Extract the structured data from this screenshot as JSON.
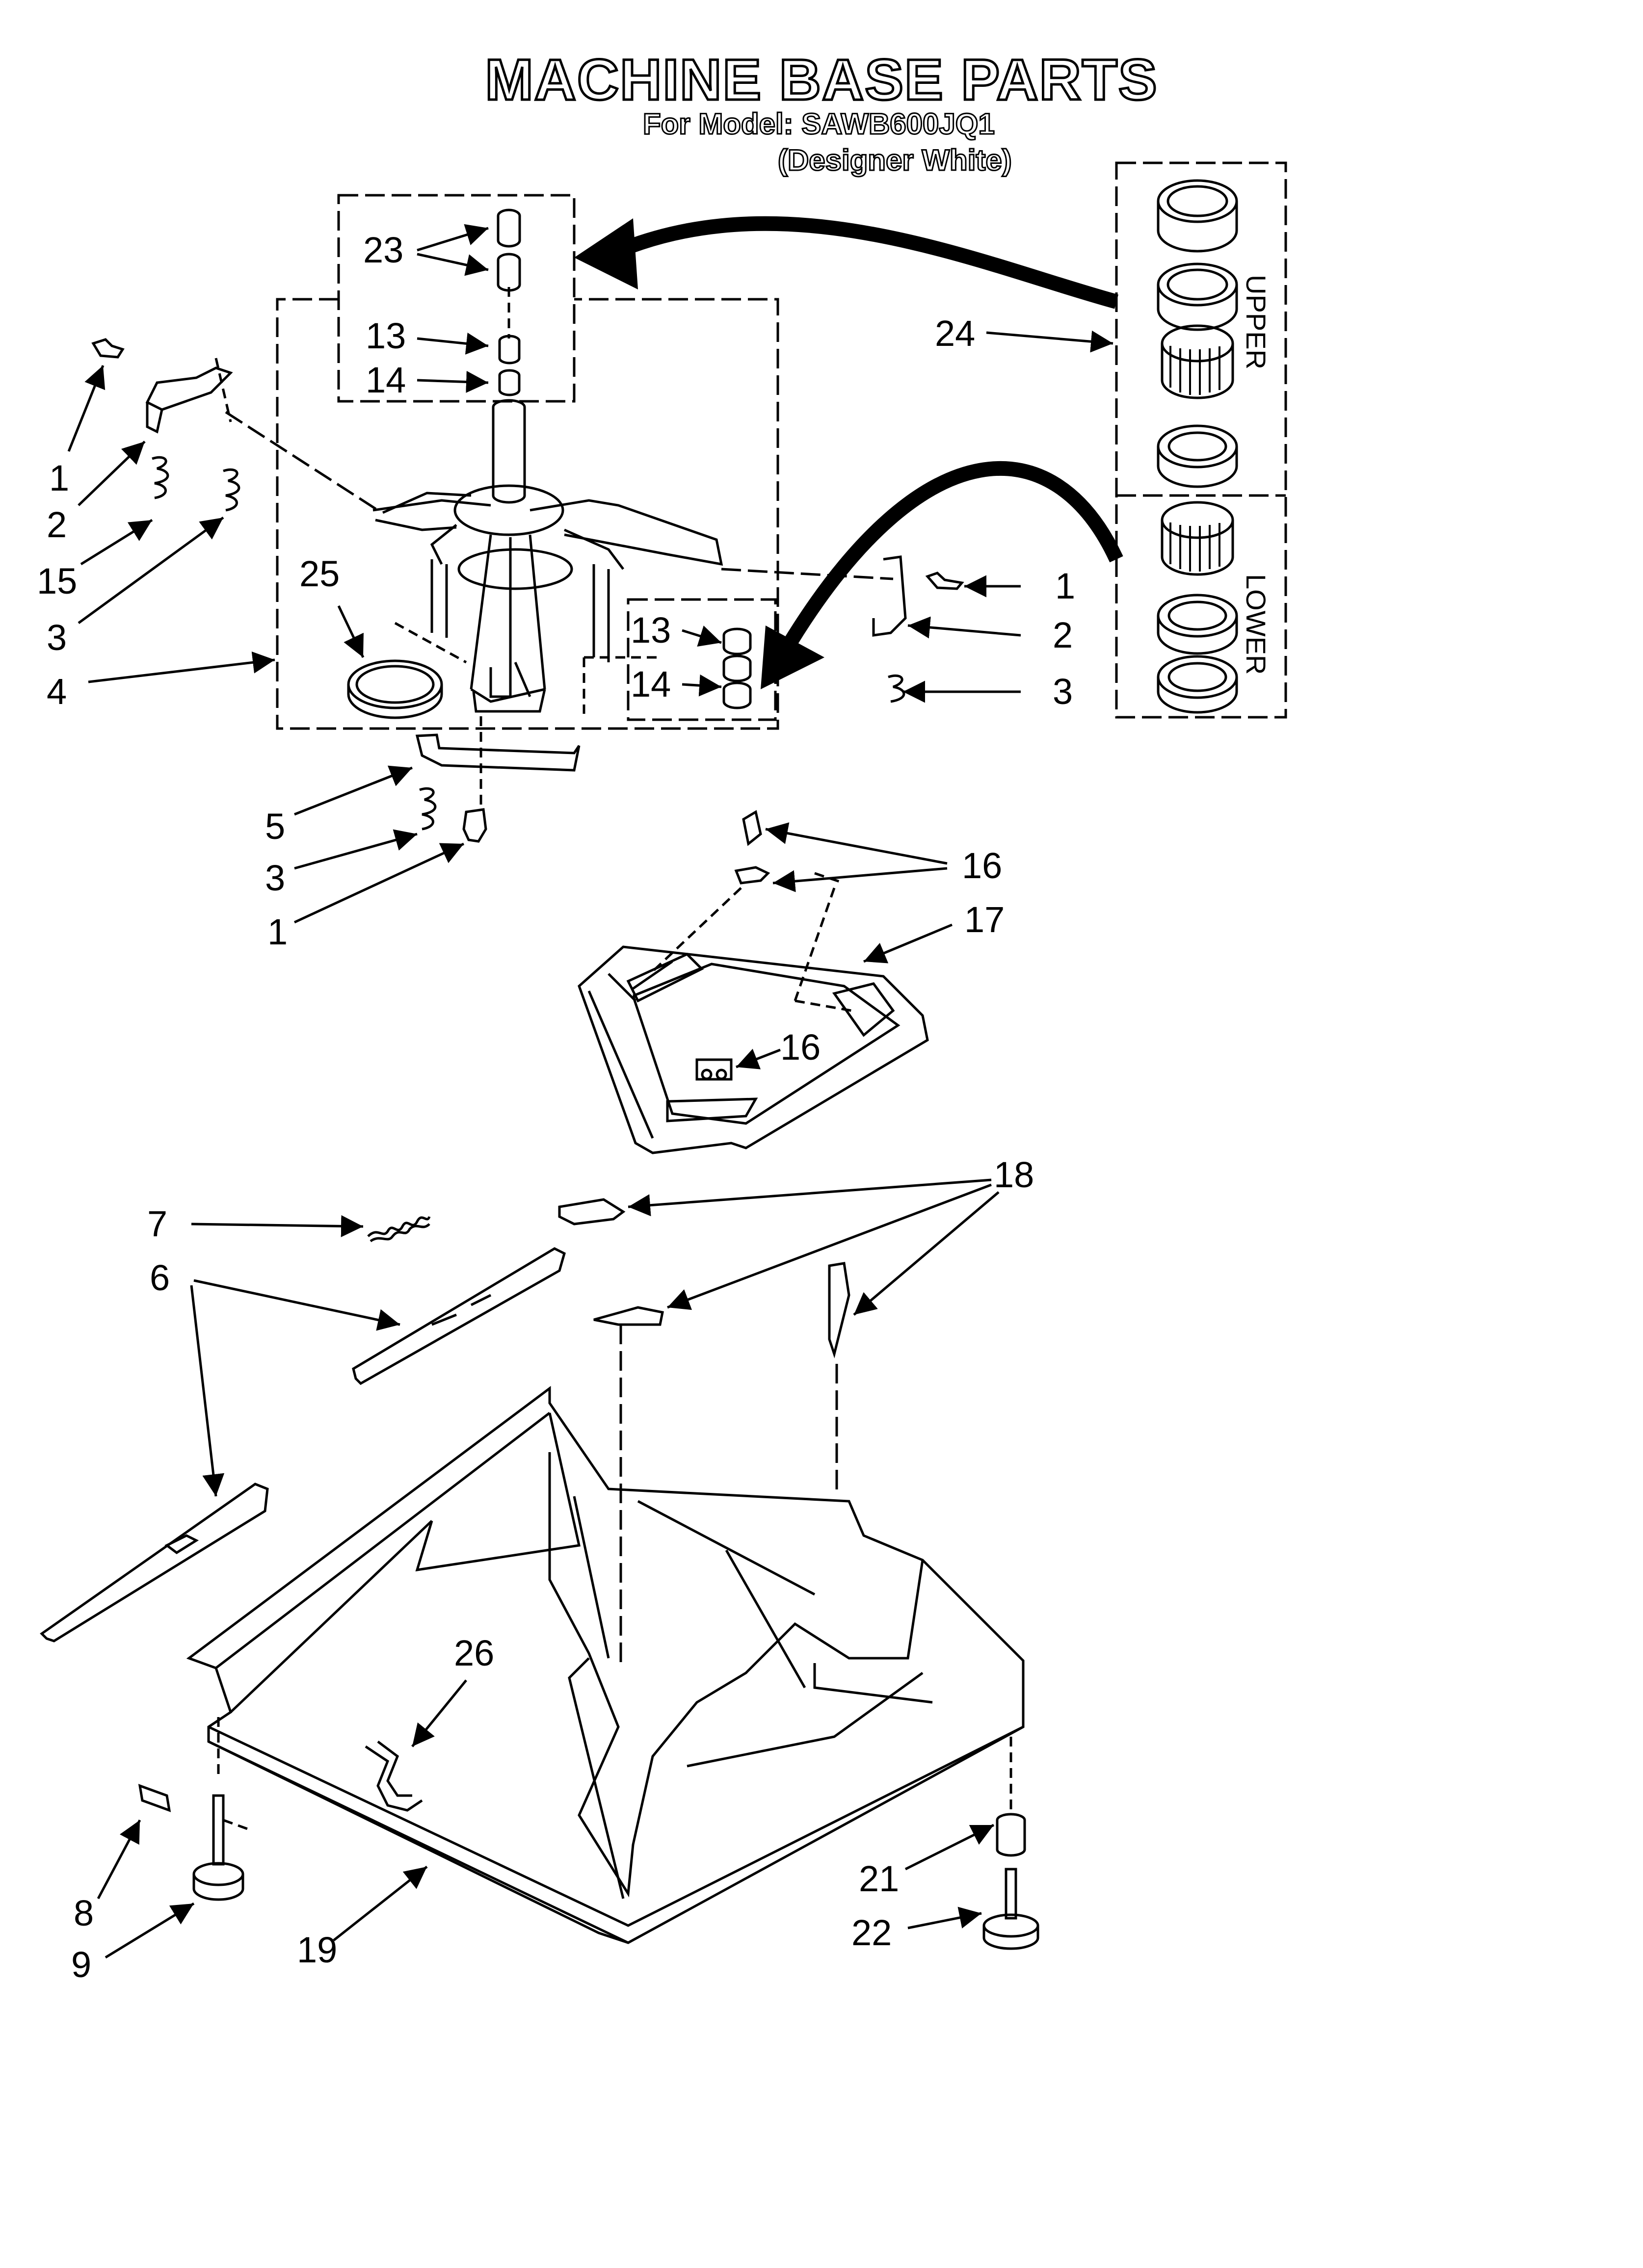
{
  "header": {
    "title": "MACHINE BASE PARTS",
    "model_line": "For Model: SAWB600JQ1",
    "finish_line": "(Designer White)"
  },
  "callouts": {
    "n23": "23",
    "n13a": "13",
    "n14a": "14",
    "n24": "24",
    "n1a": "1",
    "n2a": "2",
    "n15": "15",
    "n3a": "3",
    "n25": "25",
    "n4": "4",
    "n1b": "1",
    "n2b": "2",
    "n3b": "3",
    "n13b": "13",
    "n14b": "14",
    "n5": "5",
    "n3c": "3",
    "n1c": "1",
    "n16a": "16",
    "n17": "17",
    "n16b": "16",
    "n7": "7",
    "n6": "6",
    "n18": "18",
    "n26": "26",
    "n8": "8",
    "n9": "9",
    "n19": "19",
    "n21": "21",
    "n22": "22"
  },
  "inset_labels": {
    "upper": "UPPER",
    "lower": "LOWER"
  }
}
